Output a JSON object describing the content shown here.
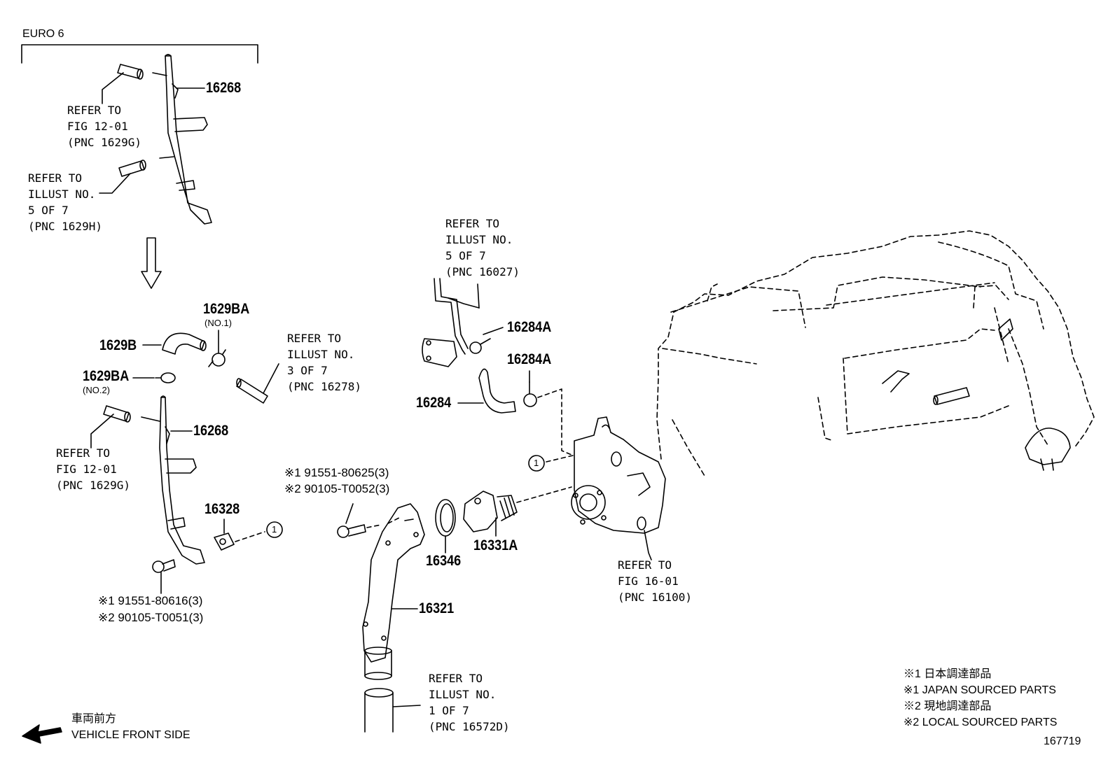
{
  "header": {
    "variant": "EURO 6"
  },
  "part_numbers": {
    "p16268_top": "16268",
    "p1629BA_1": "1629BA",
    "p1629BA_1_sub": "(NO.1)",
    "p1629B": "1629B",
    "p1629BA_2": "1629BA",
    "p1629BA_2_sub": "(NO.2)",
    "p16268_low": "16268",
    "p16328": "16328",
    "p16284A_1": "16284A",
    "p16284A_2": "16284A",
    "p16284": "16284",
    "p16346": "16346",
    "p16331A": "16331A",
    "p16321": "16321"
  },
  "refs": {
    "r_fig12_top": "REFER TO\nFIG 12-01\n(PNC 1629G)",
    "r_illust5_top": "REFER TO\nILLUST NO.\n5 OF 7\n(PNC 1629H)",
    "r_illust3": "REFER TO\nILLUST NO.\n3 OF 7\n(PNC 16278)",
    "r_fig12_low": "REFER TO\nFIG 12-01\n(PNC 1629G)",
    "r_illust5_mid": "REFER TO\nILLUST NO.\n5 OF 7\n(PNC 16027)",
    "r_fig16": "REFER TO\nFIG 16-01\n(PNC 16100)",
    "r_illust1": "REFER TO\nILLUST NO.\n1 OF 7\n(PNC 16572D)"
  },
  "bolts": {
    "upper_line1": "※1 91551-80625(3)",
    "upper_line2": "※2 90105-T0052(3)",
    "lower_line1": "※1 91551-80616(3)",
    "lower_line2": "※2 90105-T0051(3)"
  },
  "callout_marker": "1",
  "legend": {
    "line1": "※1 日本調達部品",
    "line2": "※1 JAPAN SOURCED PARTS",
    "line3": "※2 現地調達部品",
    "line4": "※2 LOCAL SOURCED PARTS"
  },
  "direction": {
    "jp": "車両前方",
    "en": "VEHICLE FRONT SIDE"
  },
  "figure_number": "167719"
}
